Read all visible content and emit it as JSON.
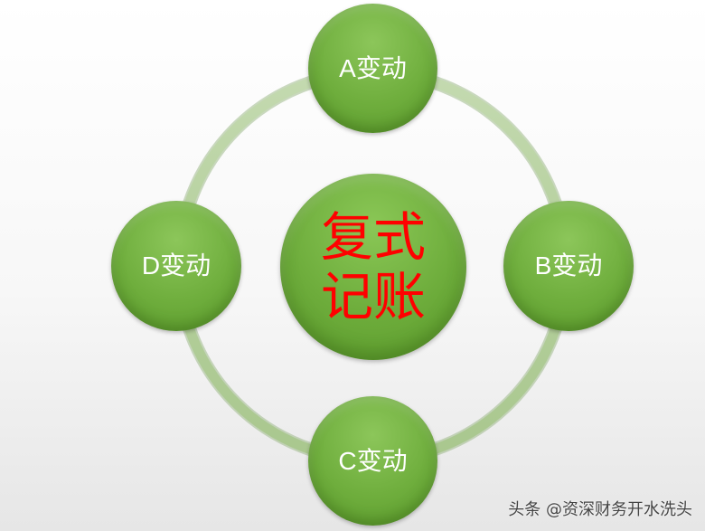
{
  "diagram": {
    "center": {
      "line1": "复式",
      "line2": "记账",
      "text_color": "#ff0000"
    },
    "nodes": {
      "a": "A变动",
      "b": "B变动",
      "c": "C变动",
      "d": "D变动"
    },
    "colors": {
      "node_fill": "#6fae3d",
      "ring": "#b6d0a0"
    }
  },
  "watermark": "头条 @资深财务开水洗头"
}
